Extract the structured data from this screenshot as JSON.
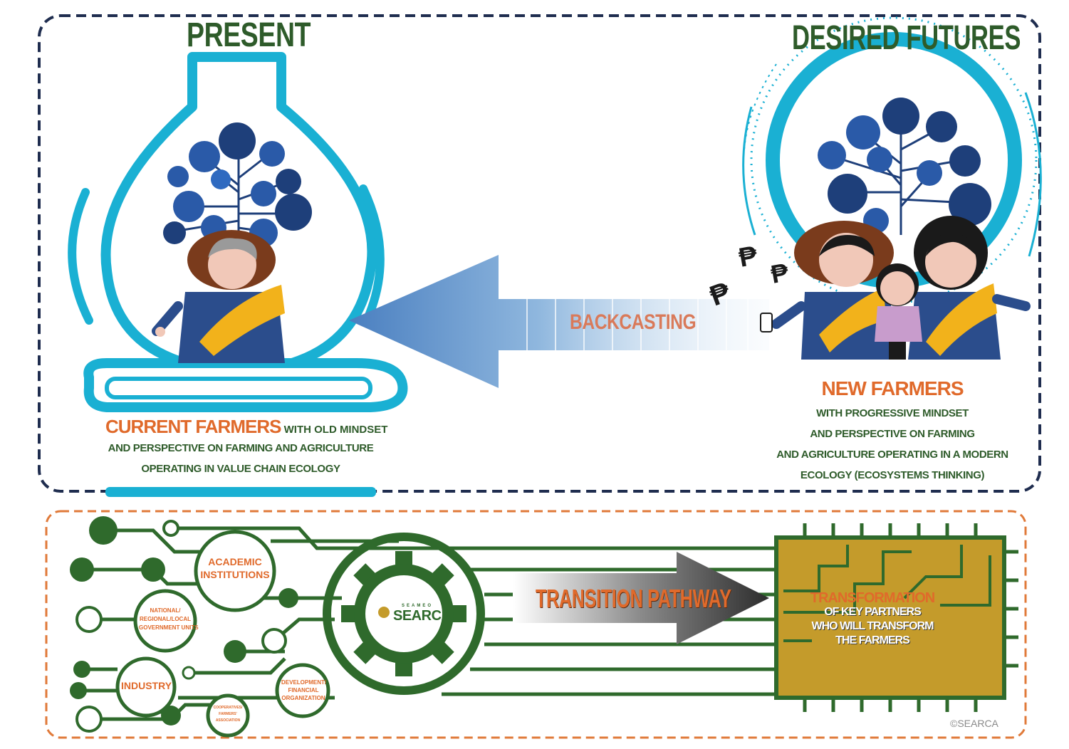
{
  "headings": {
    "present": "PRESENT",
    "desired_futures": "DESIRED FUTURES"
  },
  "backcasting": {
    "label": "BACKCASTING"
  },
  "current_farmers": {
    "highlight": "CURRENT FARMERS",
    "line1_rest": " WITH OLD MINDSET",
    "line2": "AND PERSPECTIVE ON FARMING AND AGRICULTURE",
    "line3": "OPERATING IN VALUE CHAIN ECOLOGY"
  },
  "new_farmers": {
    "title": "NEW FARMERS",
    "line1": "WITH PROGRESSIVE MINDSET",
    "line2": "AND PERSPECTIVE ON FARMING",
    "line3": "AND AGRICULTURE OPERATING IN A MODERN",
    "line4": "ECOLOGY (ECOSYSTEMS THINKING)"
  },
  "partners": {
    "academic": [
      "ACADEMIC",
      "INSTITUTIONS"
    ],
    "government": [
      "NATIONAL/",
      "REGIONAL/LOCAL",
      "GOVERNMENT UNITS"
    ],
    "industry": "INDUSTRY",
    "development": [
      "DEVELOPMENT/",
      "FINANCIAL",
      "ORGANIZATION"
    ],
    "cooperatives": [
      "COOPERATIVES/",
      "FARMERS'",
      "ASSOCIATION"
    ]
  },
  "hub": {
    "seameo": "SEAMEO",
    "searca": "SEARCA"
  },
  "transition": {
    "label": "TRANSITION PATHWAY"
  },
  "transformation": {
    "title": "TRANSFORMATION",
    "line1": "OF KEY PARTNERS",
    "line2": "WHO WILL TRANSFORM",
    "line3": "THE FARMERS"
  },
  "copyright": "©SEARCA",
  "colors": {
    "navy": "#1f2d4f",
    "heading_green": "#2e5b2a",
    "orange": "#e06a2b",
    "teal": "#1ab0d3",
    "circuit_green": "#2f6a2c",
    "chip_gold": "#c49b2b",
    "arrow_blue": "#4a86c5"
  }
}
